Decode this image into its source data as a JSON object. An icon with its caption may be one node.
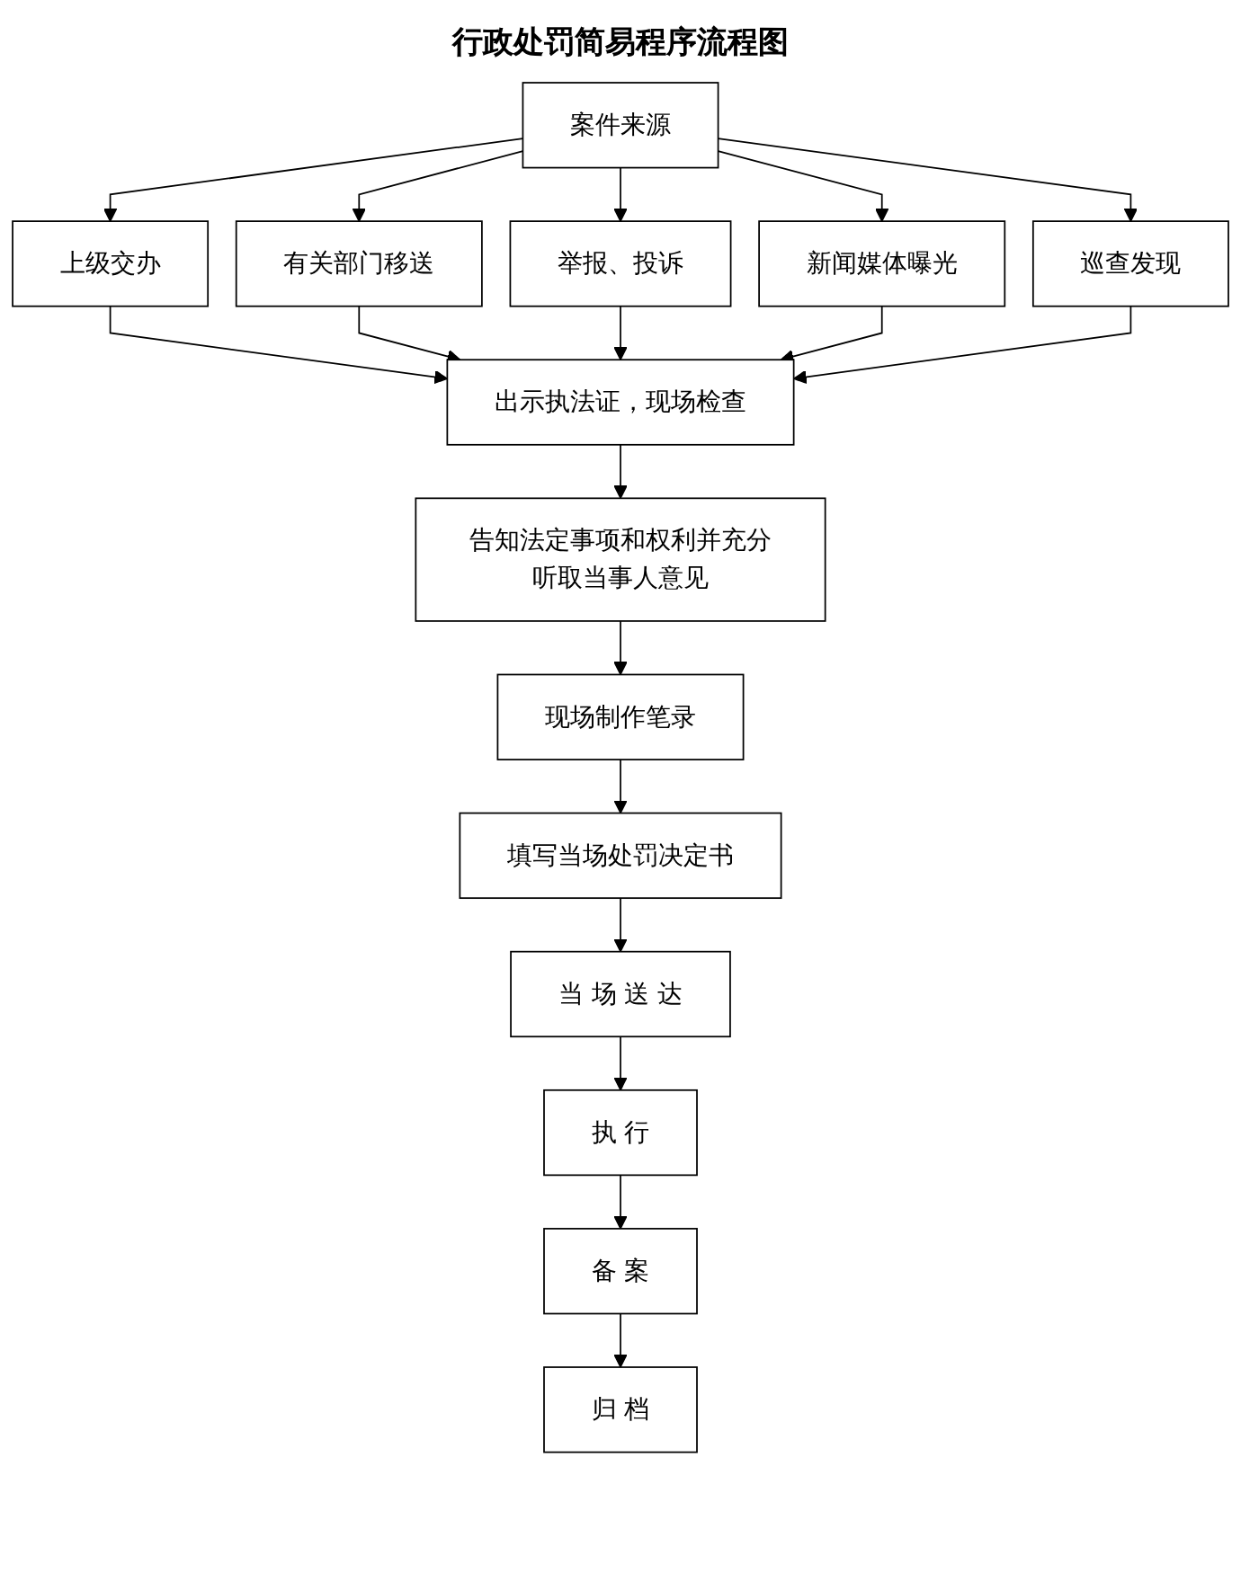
{
  "diagram": {
    "title": "行政处罚简易程序流程图",
    "nodes": [
      {
        "text": [
          "案件来源"
        ]
      },
      {
        "text": [
          "上级交办"
        ]
      },
      {
        "text": [
          "有关部门移送"
        ]
      },
      {
        "text": [
          "举报、投诉"
        ]
      },
      {
        "text": [
          "新闻媒体曝光"
        ]
      },
      {
        "text": [
          "巡查发现"
        ]
      },
      {
        "text": [
          "出示执法证，现场检查"
        ]
      },
      {
        "text": [
          "告知法定事项和权利并充分听取当事人意见"
        ]
      },
      {
        "text": [
          "现场制作笔录"
        ]
      },
      {
        "text": [
          "填写当场处罚决定书"
        ]
      },
      {
        "text": [
          "当 场 送 达"
        ]
      },
      {
        "text": [
          "执 行"
        ]
      },
      {
        "text": [
          "备 案"
        ]
      },
      {
        "text": [
          "归 档"
        ]
      }
    ],
    "edges": [
      {
        "from": 0,
        "to": 1,
        "arrow": "to"
      },
      {
        "from": 0,
        "to": 2,
        "arrow": "to"
      },
      {
        "from": 0,
        "to": 3,
        "arrow": "to"
      },
      {
        "from": 0,
        "to": 4,
        "arrow": "to"
      },
      {
        "from": 0,
        "to": 5,
        "arrow": "to"
      },
      {
        "from": 1,
        "to": 6,
        "arrow": "to"
      },
      {
        "from": 2,
        "to": 6,
        "arrow": "to"
      },
      {
        "from": 3,
        "to": 6,
        "arrow": "to"
      },
      {
        "from": 4,
        "to": 6,
        "arrow": "to"
      },
      {
        "from": 5,
        "to": 6,
        "arrow": "to"
      },
      {
        "from": 6,
        "to": 7,
        "arrow": "to"
      },
      {
        "from": 7,
        "to": 8,
        "arrow": "to"
      },
      {
        "from": 8,
        "to": 9,
        "arrow": "to"
      },
      {
        "from": 9,
        "to": 10,
        "arrow": "to"
      },
      {
        "from": 10,
        "to": 11,
        "arrow": "to"
      },
      {
        "from": 11,
        "to": 12,
        "arrow": "to"
      },
      {
        "from": 12,
        "to": 13,
        "arrow": "to"
      }
    ]
  }
}
